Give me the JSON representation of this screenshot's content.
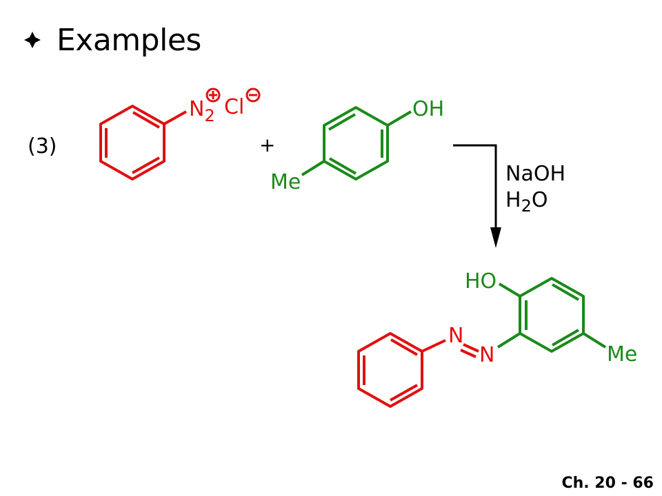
{
  "slide": {
    "title": "Examples",
    "bullet_icon": "diamond-bullet-icon",
    "footer": "Ch. 20 - 66"
  },
  "reaction": {
    "label": "(3)",
    "plus": "+",
    "reagent_1": {
      "n_label": "N",
      "n_sub": "2",
      "counterion": "Cl",
      "color": "#e01010"
    },
    "reagent_2": {
      "oh_label": "OH",
      "me_label": "Me",
      "color": "#1a8a1a"
    },
    "conditions": {
      "line1": "NaOH",
      "line2_main": "H",
      "line2_sub": "2",
      "line2_end": "O"
    },
    "product": {
      "ho_label": "HO",
      "n_top": "N",
      "n_bottom": "N",
      "me_label": "Me"
    }
  },
  "colors": {
    "red": "#e01010",
    "green": "#1a8a1a",
    "text": "#000000"
  }
}
